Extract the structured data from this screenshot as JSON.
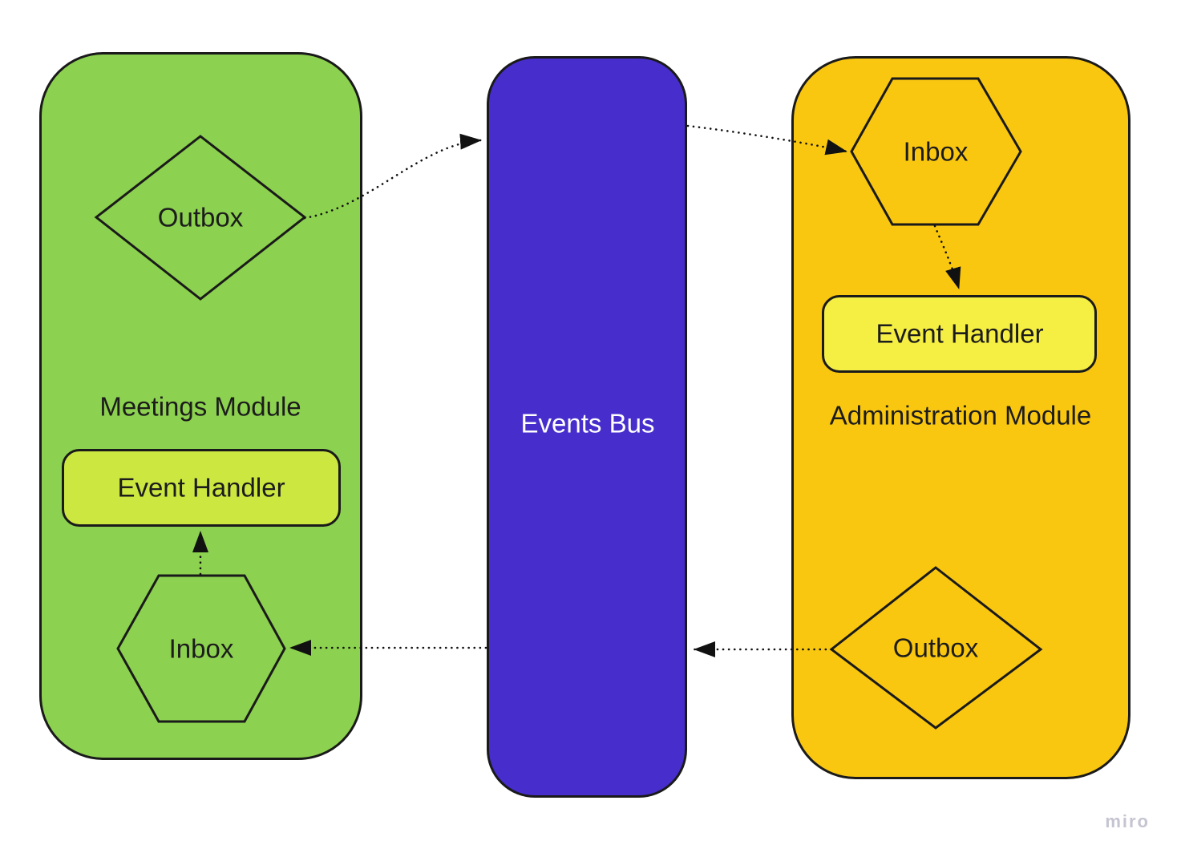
{
  "canvas": {
    "background": "#ffffff",
    "stroke_color": "#1a1a1a",
    "text_color": "#1c1c1c"
  },
  "modules": {
    "meetings": {
      "label": "Meetings Module",
      "color": "#8CD14F"
    },
    "events_bus": {
      "label": "Events Bus",
      "color": "#482DCD",
      "text_color": "#ffffff"
    },
    "administration": {
      "label": "Administration Module",
      "color": "#FAC710"
    }
  },
  "nodes": {
    "meetings_outbox": {
      "label": "Outbox",
      "shape": "diamond",
      "color": "#8CD14F"
    },
    "meetings_event_handler": {
      "label": "Event Handler",
      "shape": "rounded-rect",
      "color": "#CDE741"
    },
    "meetings_inbox": {
      "label": "Inbox",
      "shape": "hexagon",
      "color": "#8CD14F"
    },
    "administration_inbox": {
      "label": "Inbox",
      "shape": "hexagon",
      "color": "#FAC710"
    },
    "administration_event_handler": {
      "label": "Event Handler",
      "shape": "rounded-rect",
      "color": "#F5EE43"
    },
    "administration_outbox": {
      "label": "Outbox",
      "shape": "diamond",
      "color": "#FAC710"
    }
  },
  "edges": [
    {
      "from": "meetings_outbox",
      "to": "events_bus",
      "style": "dotted-arrow"
    },
    {
      "from": "events_bus",
      "to": "administration_inbox",
      "style": "dotted-arrow"
    },
    {
      "from": "administration_inbox",
      "to": "administration_event_handler",
      "style": "dotted-arrow"
    },
    {
      "from": "administration_outbox",
      "to": "events_bus",
      "style": "dotted-arrow"
    },
    {
      "from": "events_bus",
      "to": "meetings_inbox",
      "style": "dotted-arrow"
    },
    {
      "from": "meetings_inbox",
      "to": "meetings_event_handler",
      "style": "dotted-arrow"
    }
  ],
  "watermark": {
    "label": "miro",
    "color": "#c5c4d1"
  }
}
